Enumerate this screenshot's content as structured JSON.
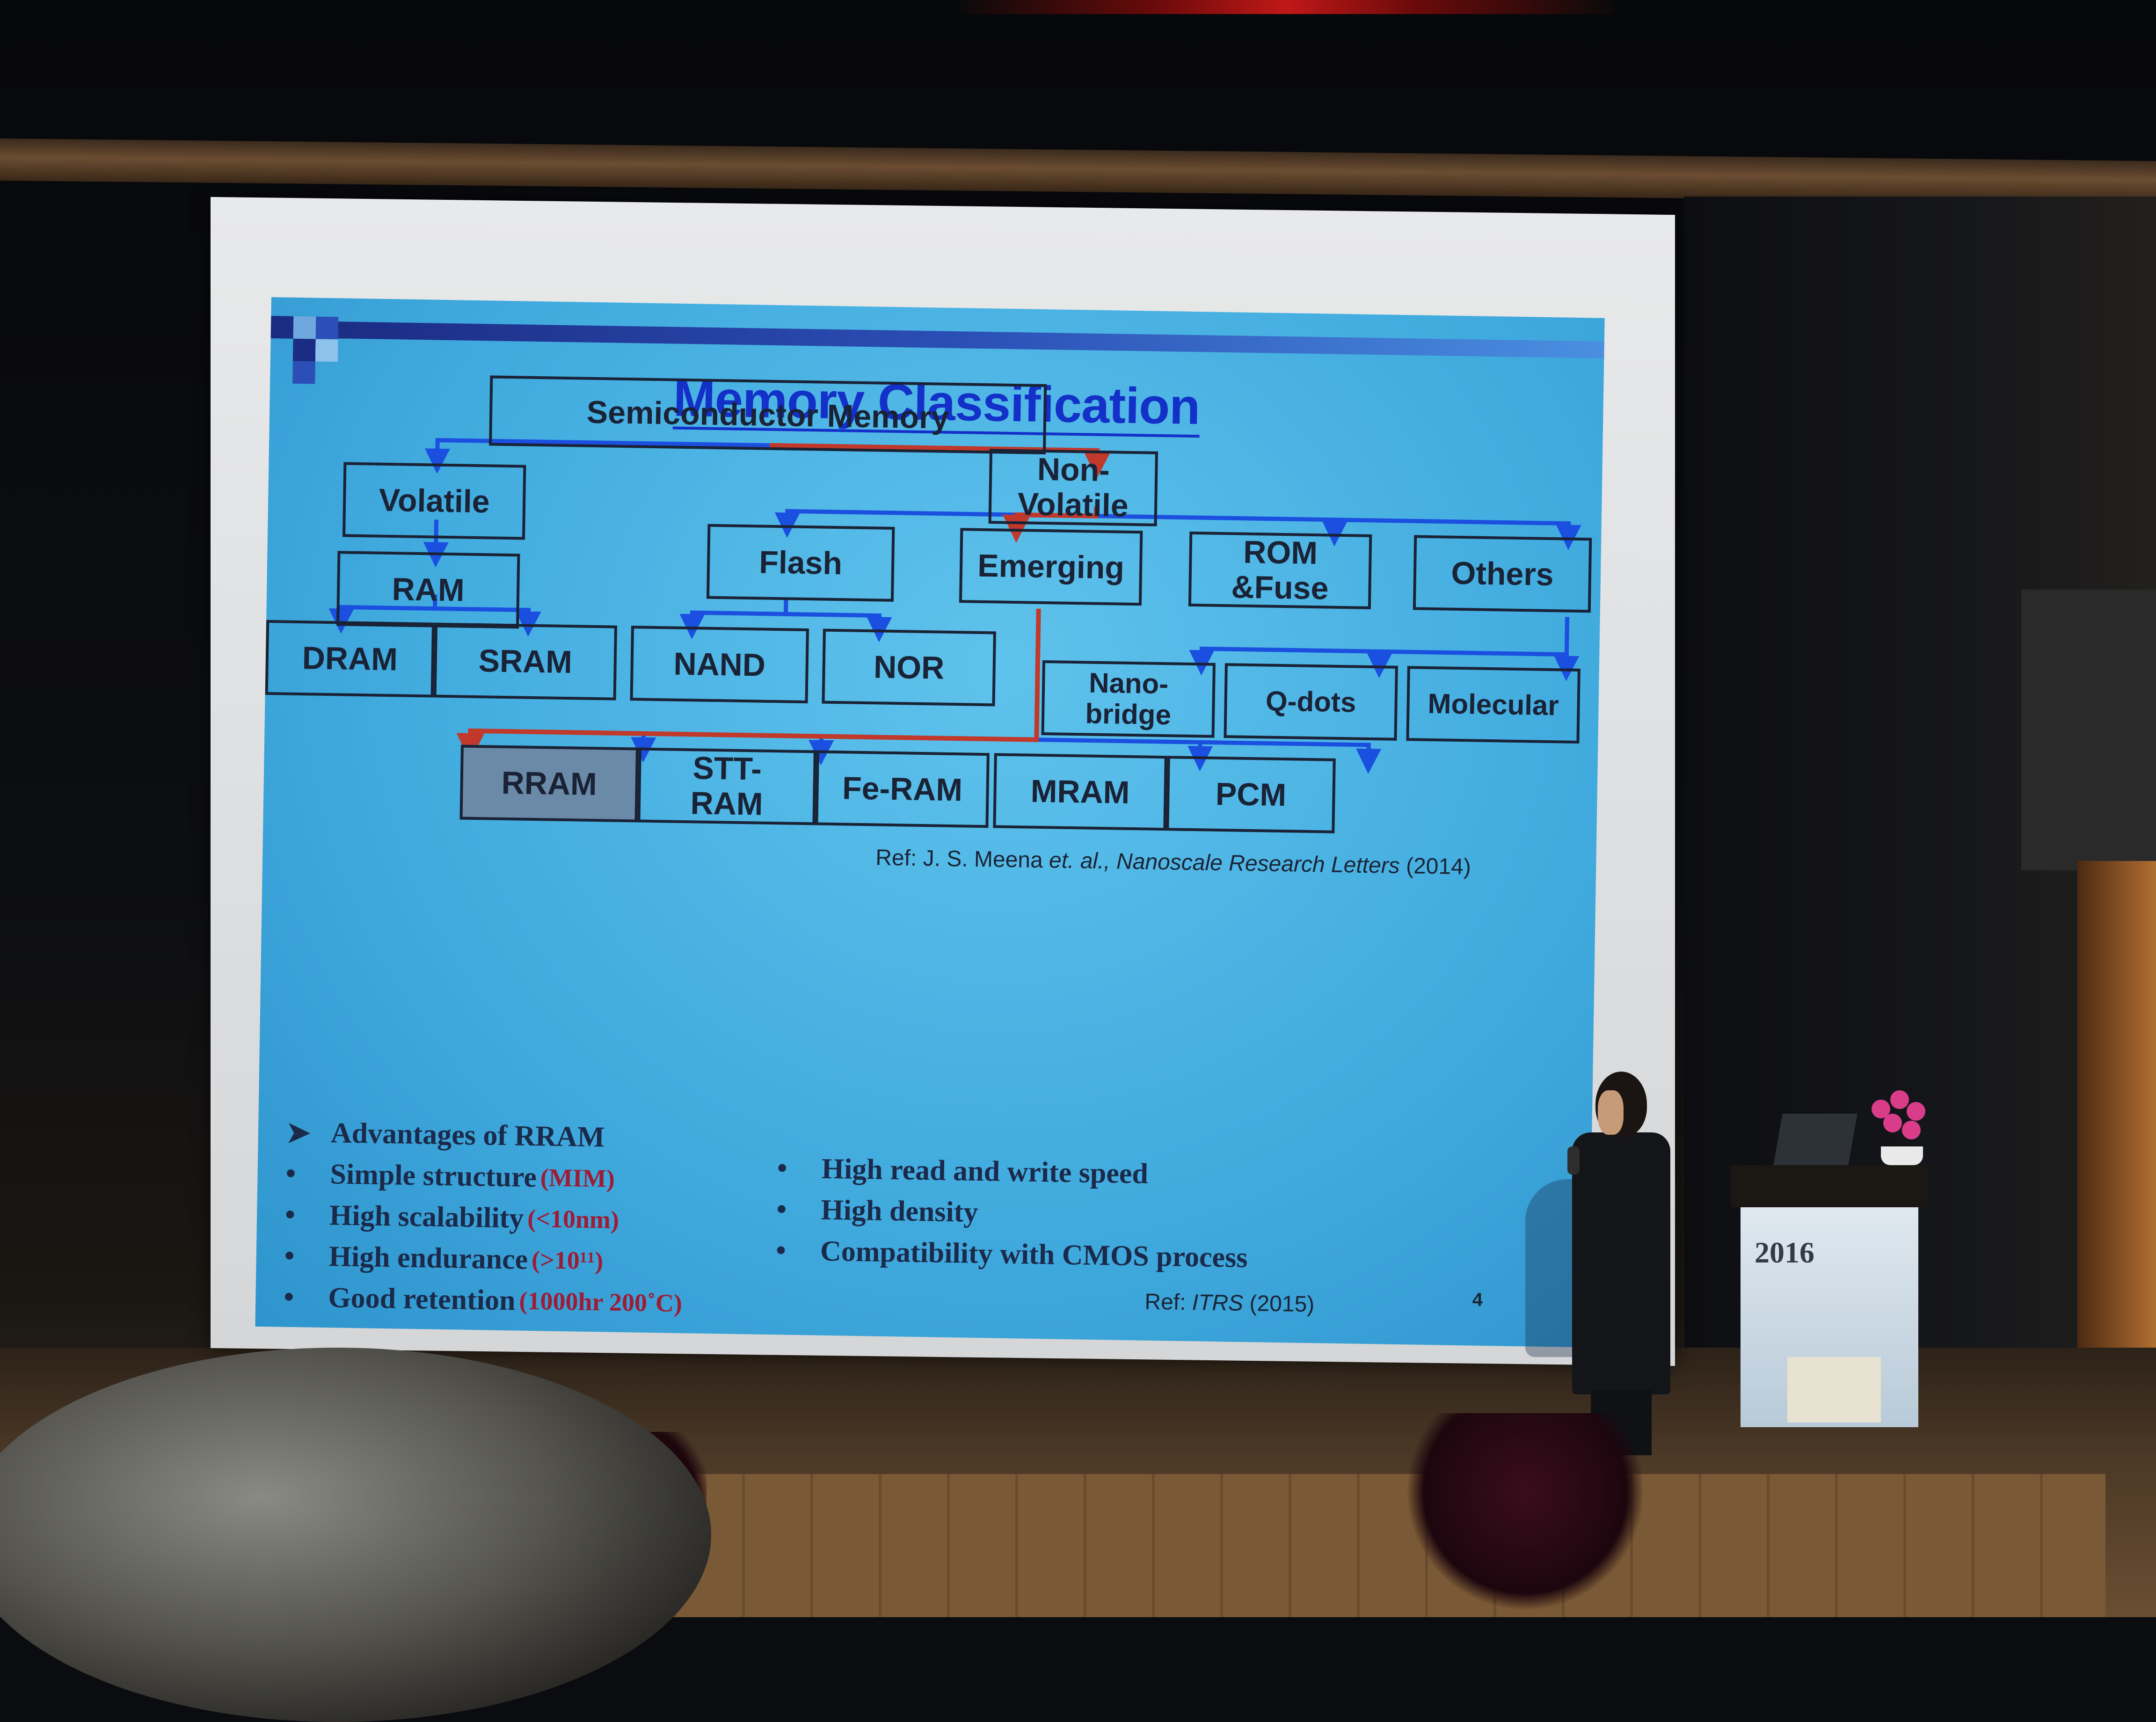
{
  "slide": {
    "title": "Memory Classification",
    "tree": {
      "root": "Semiconductor Memory",
      "volatile": "Volatile",
      "non_volatile": "Non-\nVolatile",
      "ram": "RAM",
      "dram": "DRAM",
      "sram": "SRAM",
      "flash": "Flash",
      "nand": "NAND",
      "nor": "NOR",
      "emerging": "Emerging",
      "rom_fuse": "ROM\n&Fuse",
      "others": "Others",
      "nanobridge": "Nano-\nbridge",
      "qdots": "Q-dots",
      "molecular": "Molecular",
      "rram": "RRAM",
      "stt_ram": "STT-\nRAM",
      "fe_ram": "Fe-RAM",
      "mram": "MRAM",
      "pcm": "PCM"
    },
    "ref_top": {
      "prefix": "Ref: J. S. Meena ",
      "etal": "et. al.,",
      "journal": " Nanoscale Research Letters",
      "year": " (2014)"
    },
    "advantages": {
      "heading": "Advantages of RRAM",
      "left": [
        {
          "text": "Simple structure",
          "note": "(MIM)"
        },
        {
          "text": "High scalability",
          "note": "(<10nm)"
        },
        {
          "text": "High endurance",
          "note": "(>10¹¹)"
        },
        {
          "text": "Good retention",
          "note": "(1000hr 200˚C)"
        }
      ],
      "right": [
        "High read and write speed",
        "High density",
        "Compatibility with CMOS process"
      ]
    },
    "ref_bottom": {
      "prefix": "Ref: ",
      "source": "ITRS",
      "year": " (2015)"
    },
    "page_number": "4"
  },
  "podium": {
    "logo": "2016"
  },
  "colors": {
    "slide_bg": "#42acdf",
    "highlight_path": "#c0392b",
    "tree_path": "#1a4fe0"
  }
}
